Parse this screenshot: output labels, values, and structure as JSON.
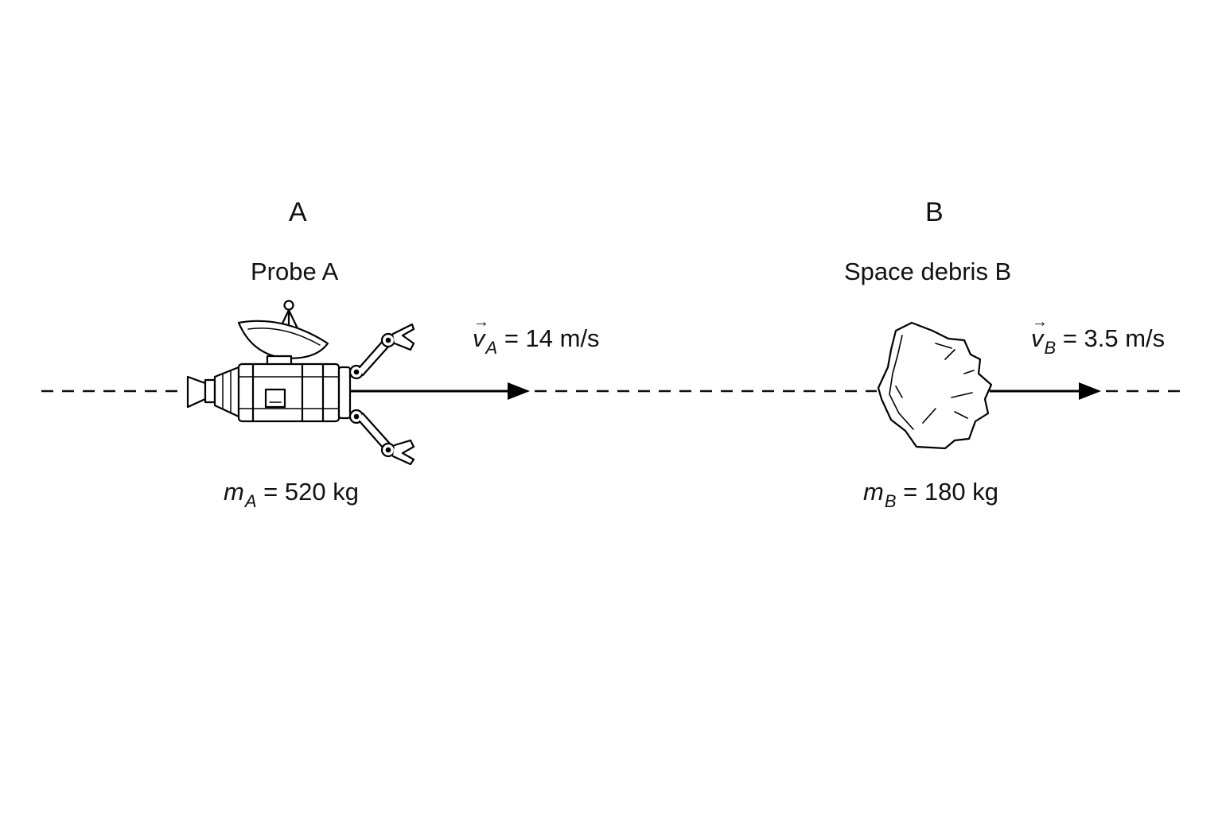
{
  "objects": {
    "a": {
      "letter": "A",
      "name": "Probe A",
      "velocity": {
        "symbol": "v",
        "subscript": "A",
        "rest": "= 14 m/s"
      },
      "mass": {
        "symbol": "m",
        "subscript": "A",
        "rest": "= 520 kg"
      }
    },
    "b": {
      "letter": "B",
      "name": "Space debris B",
      "velocity": {
        "symbol": "v",
        "subscript": "B",
        "rest": "= 3.5 m/s"
      },
      "mass": {
        "symbol": "m",
        "subscript": "B",
        "rest": "= 180 kg"
      }
    }
  },
  "icons": {
    "probe": "space-probe-icon",
    "debris": "space-debris-icon"
  },
  "colors": {
    "ink": "#000000",
    "background": "#ffffff"
  }
}
